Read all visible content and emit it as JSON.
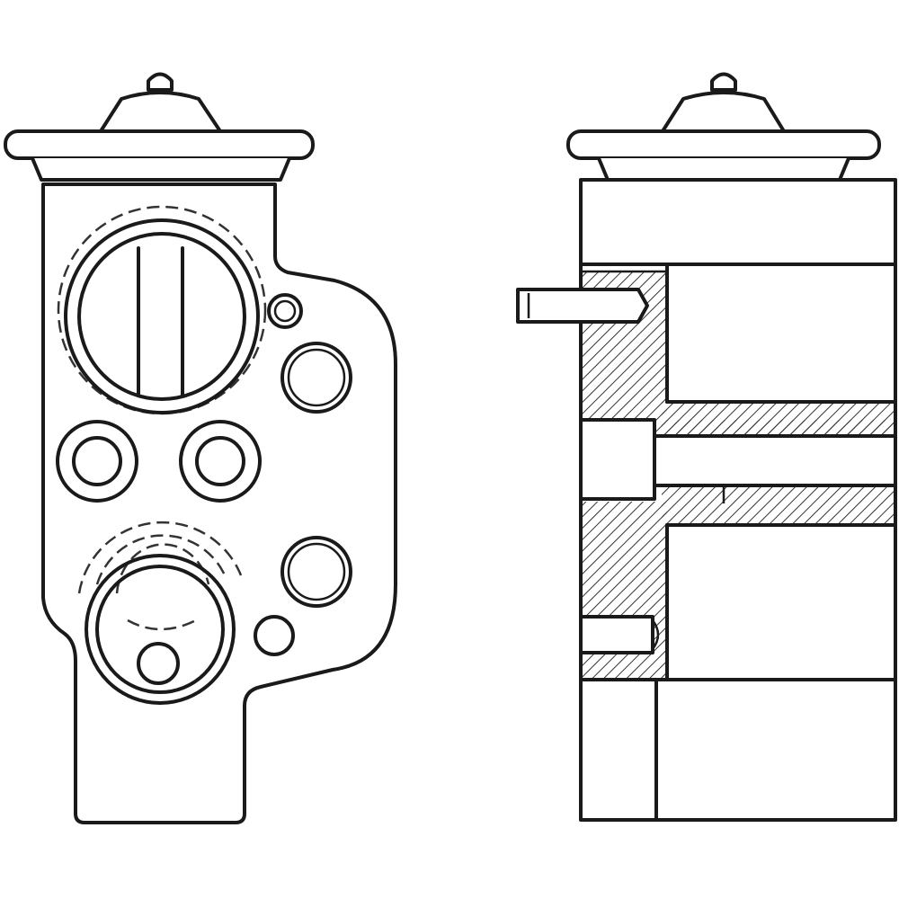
{
  "drawing": {
    "subject": "expansion-valve",
    "views": [
      {
        "id": "front-view",
        "kind": "front"
      },
      {
        "id": "side-section-view",
        "kind": "side-section"
      }
    ],
    "colors": {
      "line": "#1a1a1a",
      "background": "#ffffff",
      "hatch": "#333333"
    }
  }
}
